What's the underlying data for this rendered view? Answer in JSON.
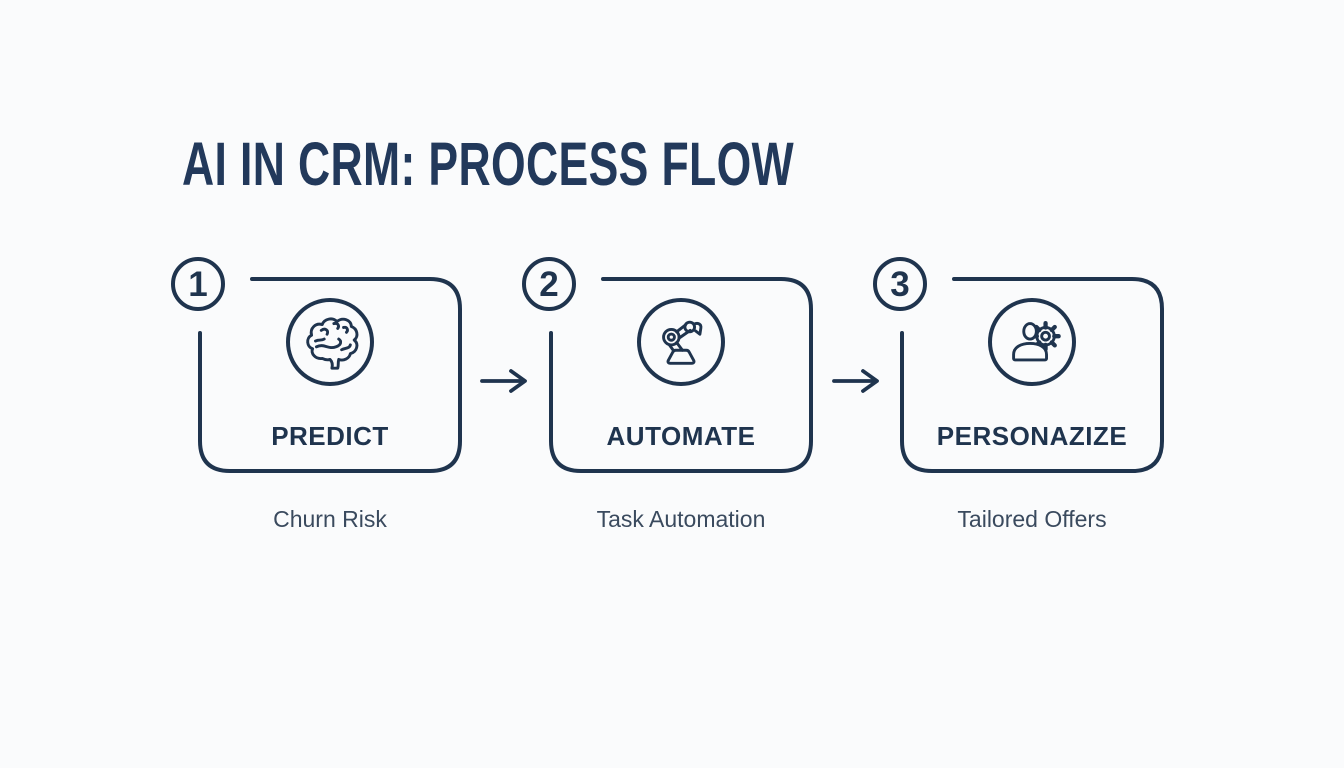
{
  "colors": {
    "accent": "#1f344e",
    "title_text": "#22395b",
    "caption_text": "#3a4a5e",
    "background": "#fafbfc"
  },
  "title": "AI IN CRM: PROCESS FLOW",
  "steps": [
    {
      "number": "1",
      "label": "PREDICT",
      "caption": "Churn Risk",
      "icon": "brain-icon"
    },
    {
      "number": "2",
      "label": "AUTOMATE",
      "caption": "Task Automation",
      "icon": "robot-arm-icon"
    },
    {
      "number": "3",
      "label": "PERSONAZIZE",
      "caption": "Tailored Offers",
      "icon": "person-gear-icon"
    }
  ],
  "arrows": [
    {
      "icon": "arrow-right-icon"
    },
    {
      "icon": "arrow-right-icon"
    }
  ]
}
